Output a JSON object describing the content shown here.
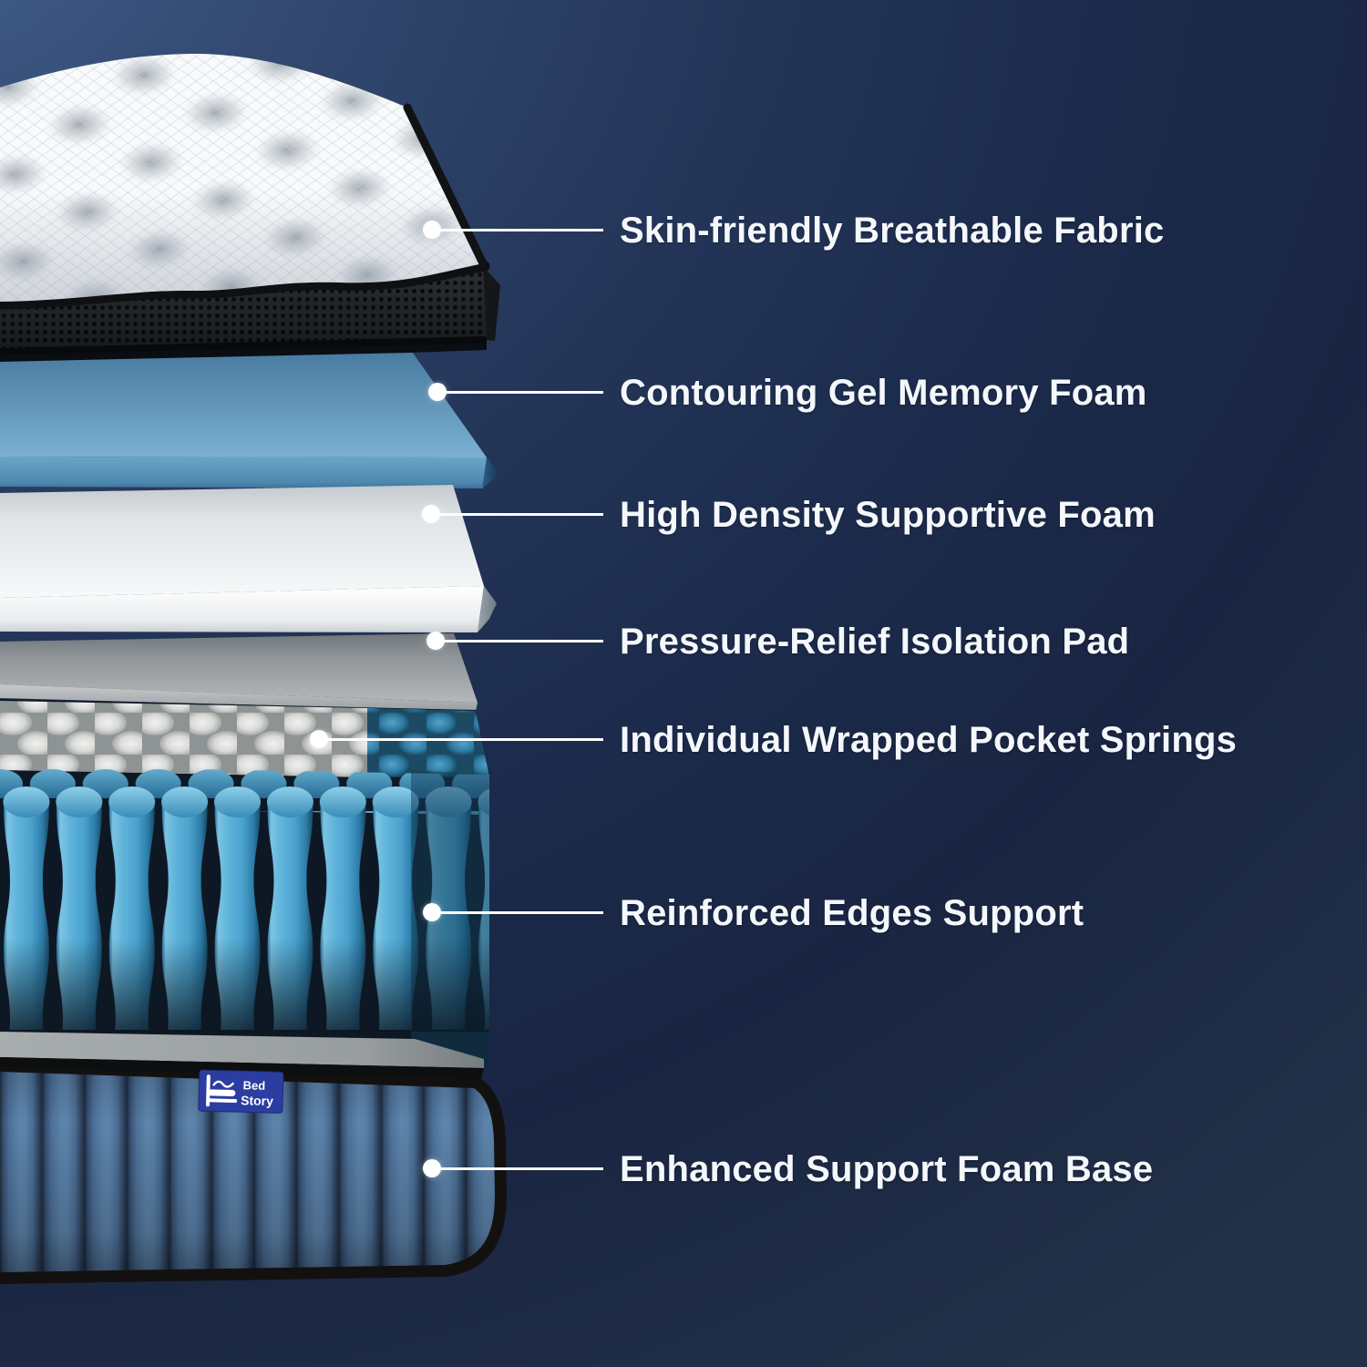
{
  "figure": {
    "kind": "mattress-layer-cutaway-diagram",
    "callout_count": 7
  },
  "callouts": [
    {
      "label": "Skin-friendly Breathable Fabric"
    },
    {
      "label": "Contouring Gel Memory Foam"
    },
    {
      "label": "High Density Supportive Foam"
    },
    {
      "label": "Pressure-Relief Isolation Pad"
    },
    {
      "label": "Individual Wrapped Pocket Springs"
    },
    {
      "label": "Reinforced Edges Support"
    },
    {
      "label": "Enhanced Support Foam Base"
    }
  ],
  "logo": {
    "line1": "Bed",
    "line2": "Story"
  },
  "colors": {
    "background_light": "#42618f",
    "background_dark": "#192542",
    "callout_text": "#f4f7fb",
    "callout_line": "#ffffff",
    "quilt_white": "#f8fafb",
    "mesh_black": "#2e3236",
    "gel_foam_blue": "#5fb3d9",
    "support_foam_white": "#ffffff",
    "isolation_pad_gray": "#9b9fa2",
    "pocket_spring_blue": "#57aed5",
    "pocket_spring_white": "#d9dad7",
    "reinforced_edge_blue": "#2d7396",
    "base_fabric_blue": "#4d7199",
    "logo_patch_navy": "#2c3da1"
  }
}
